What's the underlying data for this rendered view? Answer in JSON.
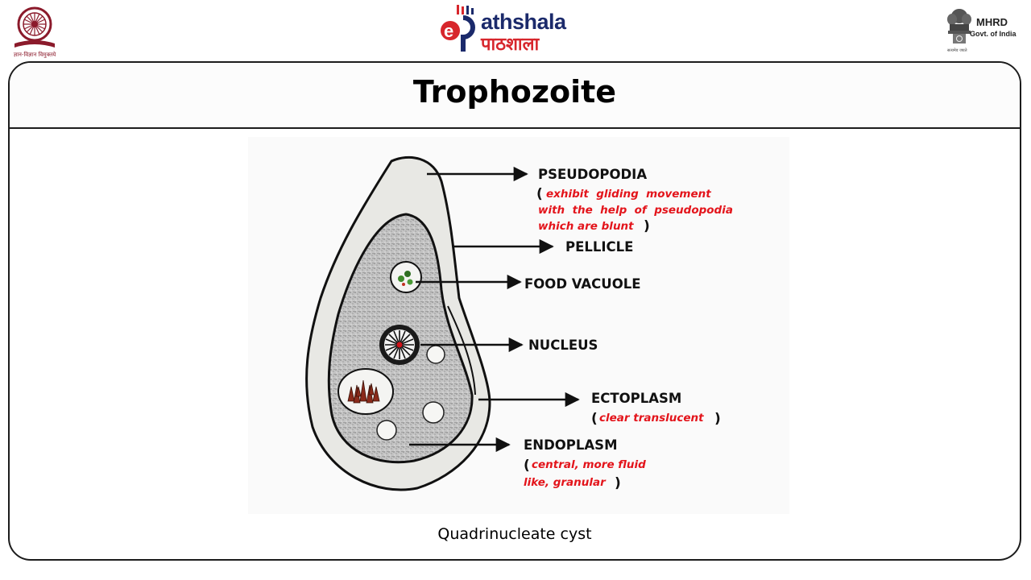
{
  "header": {
    "left_logo": {
      "icon": "ugc-wheel-icon",
      "caption": "ज्ञान-विज्ञान विमुक्तये",
      "color": "#8b1a2b"
    },
    "center_logo": {
      "icon": "epathshala-logo-icon",
      "brand_en": "athshala",
      "brand_hi": "पाठशाला",
      "brand_color": "#1b2a6b",
      "accent": "#d7262c"
    },
    "right_logo": {
      "icon": "ashoka-emblem-icon",
      "line1": "MHRD",
      "line2": "Govt. of India",
      "motto": "सत्यमेव जयते"
    }
  },
  "slide": {
    "title": "Trophozoite",
    "caption": "Quadrinucleate cyst"
  },
  "diagram": {
    "labels": {
      "pseudopodia": "PSEUDOPODIA",
      "pseudopodia_note": [
        "exhibit  gliding  movement",
        "with  the  help  of  pseudopodia",
        "which are blunt"
      ],
      "pellicle": "PELLICLE",
      "food_vacuole": "FOOD VACUOLE",
      "nucleus": "NUCLEUS",
      "ectoplasm": "ECTOPLASM",
      "ectoplasm_note": "clear translucent",
      "endoplasm": "ENDOPLASM",
      "endoplasm_note": [
        "central, more fluid",
        "like, granular"
      ]
    },
    "colors": {
      "note": "#e3141b",
      "outline": "#111111",
      "ectoplasm": "#e8e8e4",
      "endoplasm": "#bdbdbd",
      "nucleus_dot": "#d0141b"
    }
  }
}
